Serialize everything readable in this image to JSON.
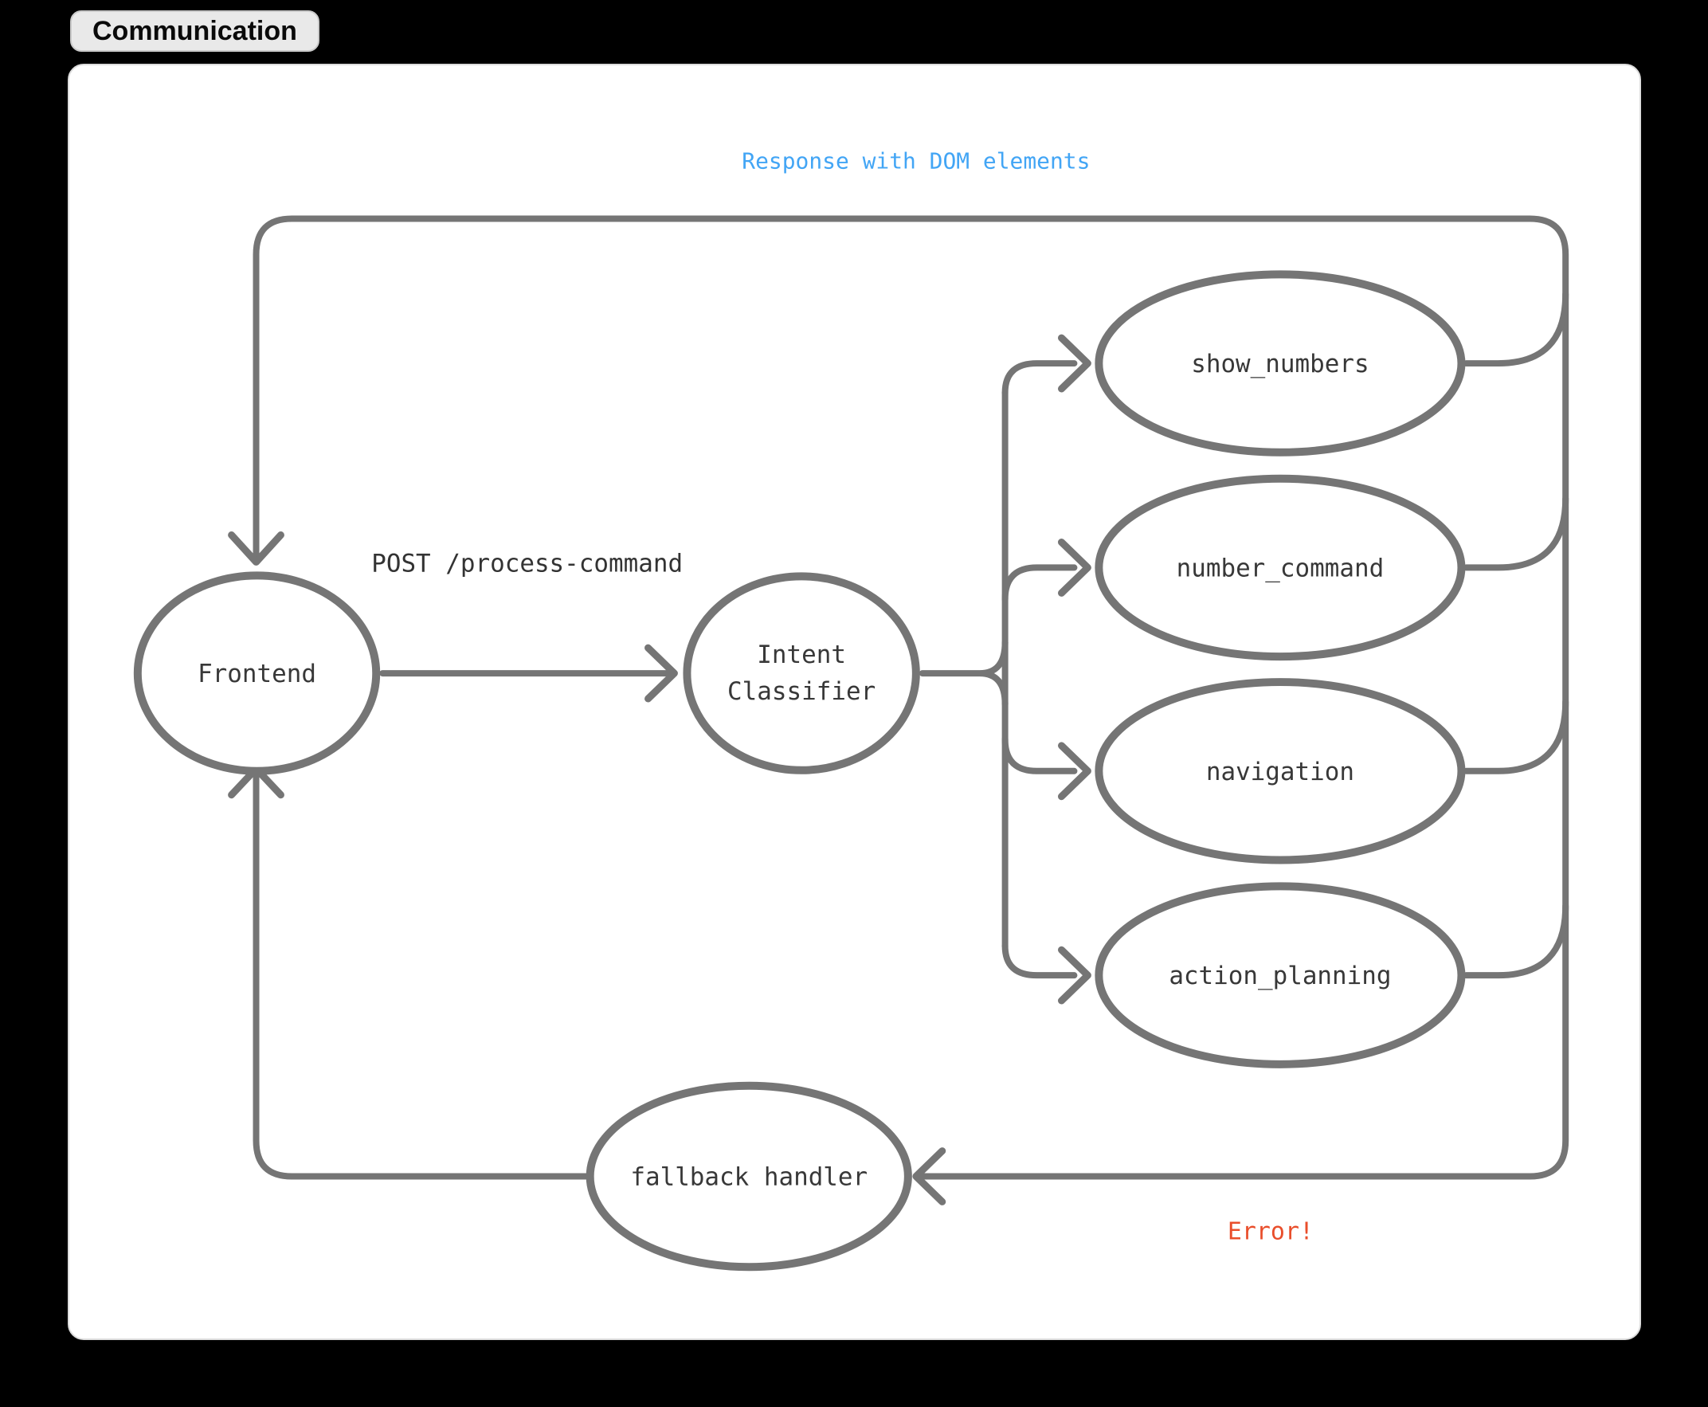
{
  "header": {
    "title": "Communication"
  },
  "diagram": {
    "edge_labels": {
      "response": "Response with DOM elements",
      "post": "POST /process-command",
      "error": "Error!"
    },
    "nodes": [
      {
        "id": "frontend",
        "label": "Frontend"
      },
      {
        "id": "intent-classifier",
        "label_lines": [
          "Intent",
          "Classifier"
        ]
      },
      {
        "id": "show-numbers",
        "label": "show_numbers"
      },
      {
        "id": "number-command",
        "label": "number_command"
      },
      {
        "id": "navigation",
        "label": "navigation"
      },
      {
        "id": "action-planning",
        "label": "action_planning"
      },
      {
        "id": "fallback-handler",
        "label": "fallback handler"
      }
    ],
    "colors": {
      "page_bg": "#000000",
      "panel_bg": "#ffffff",
      "tab_bg": "#e9e9e9",
      "edge_stroke": "#757575",
      "node_stroke": "#757575",
      "node_fill": "#ffffff",
      "node_text": "#383838",
      "response_label_text": "#42a5f5",
      "error_label_text": "#e94e2b"
    }
  }
}
